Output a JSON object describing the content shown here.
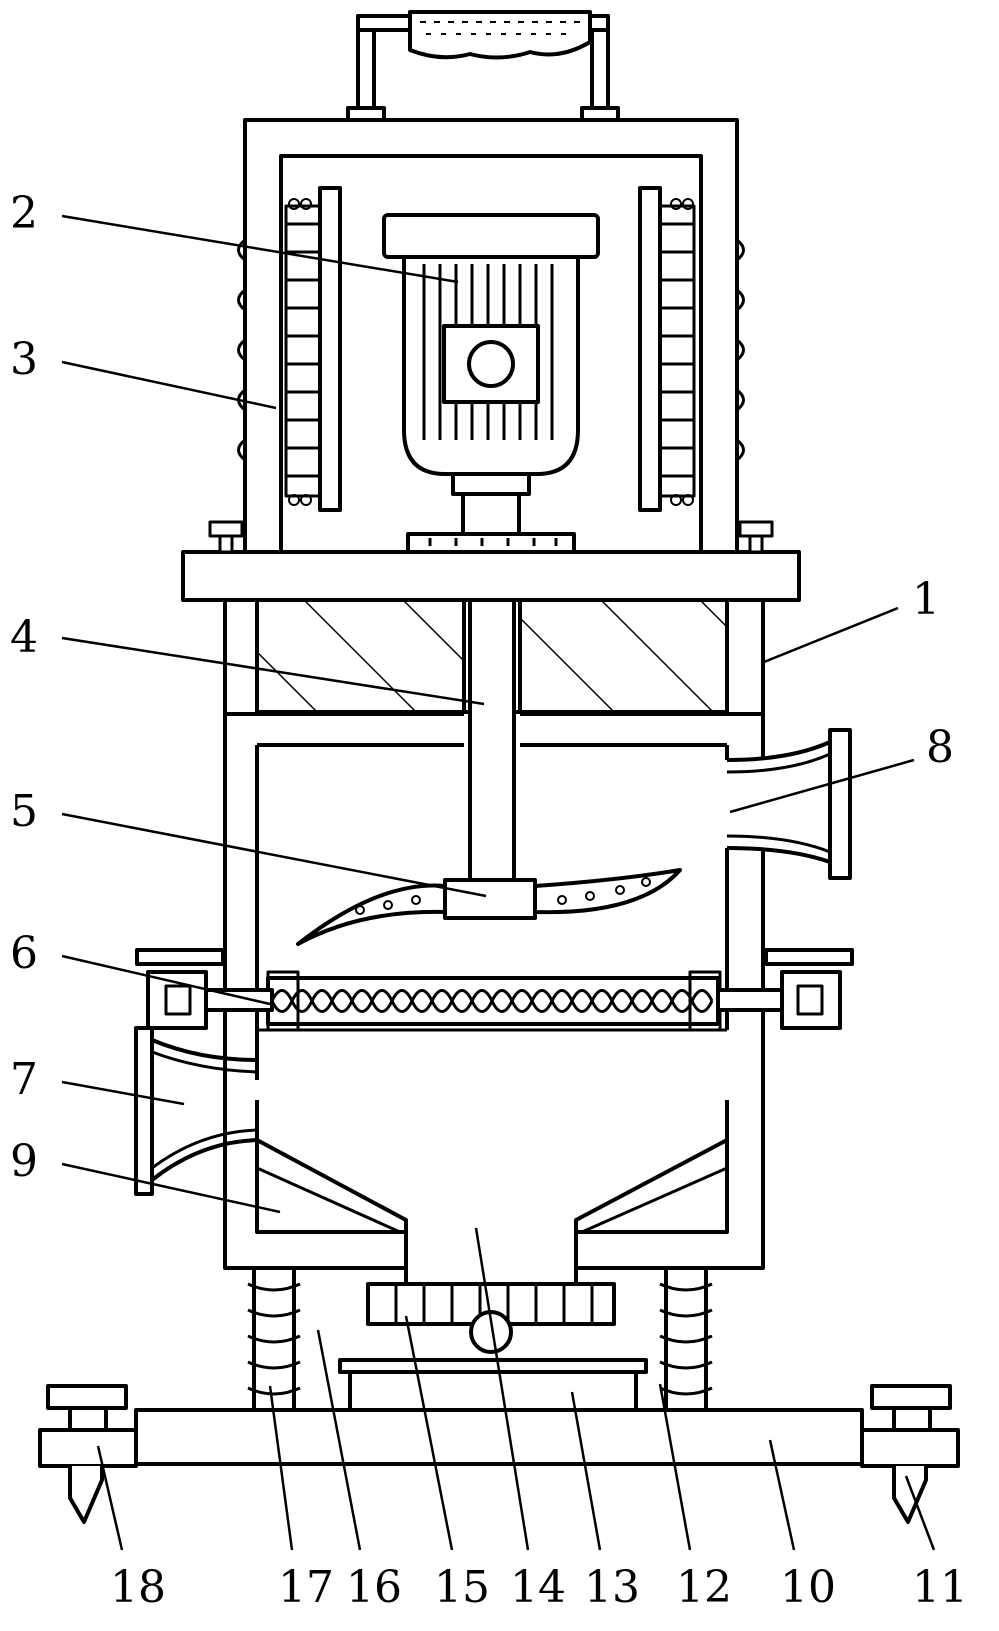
{
  "callouts": [
    {
      "id": "label-2",
      "text": "2"
    },
    {
      "id": "label-3",
      "text": "3"
    },
    {
      "id": "label-1",
      "text": "1"
    },
    {
      "id": "label-4",
      "text": "4"
    },
    {
      "id": "label-8",
      "text": "8"
    },
    {
      "id": "label-5",
      "text": "5"
    },
    {
      "id": "label-6",
      "text": "6"
    },
    {
      "id": "label-7",
      "text": "7"
    },
    {
      "id": "label-9",
      "text": "9"
    },
    {
      "id": "label-18",
      "text": "18"
    },
    {
      "id": "label-17",
      "text": "17"
    },
    {
      "id": "label-16",
      "text": "16"
    },
    {
      "id": "label-15",
      "text": "15"
    },
    {
      "id": "label-14",
      "text": "14"
    },
    {
      "id": "label-13",
      "text": "13"
    },
    {
      "id": "label-12",
      "text": "12"
    },
    {
      "id": "label-10",
      "text": "10"
    },
    {
      "id": "label-11",
      "text": "11"
    }
  ]
}
